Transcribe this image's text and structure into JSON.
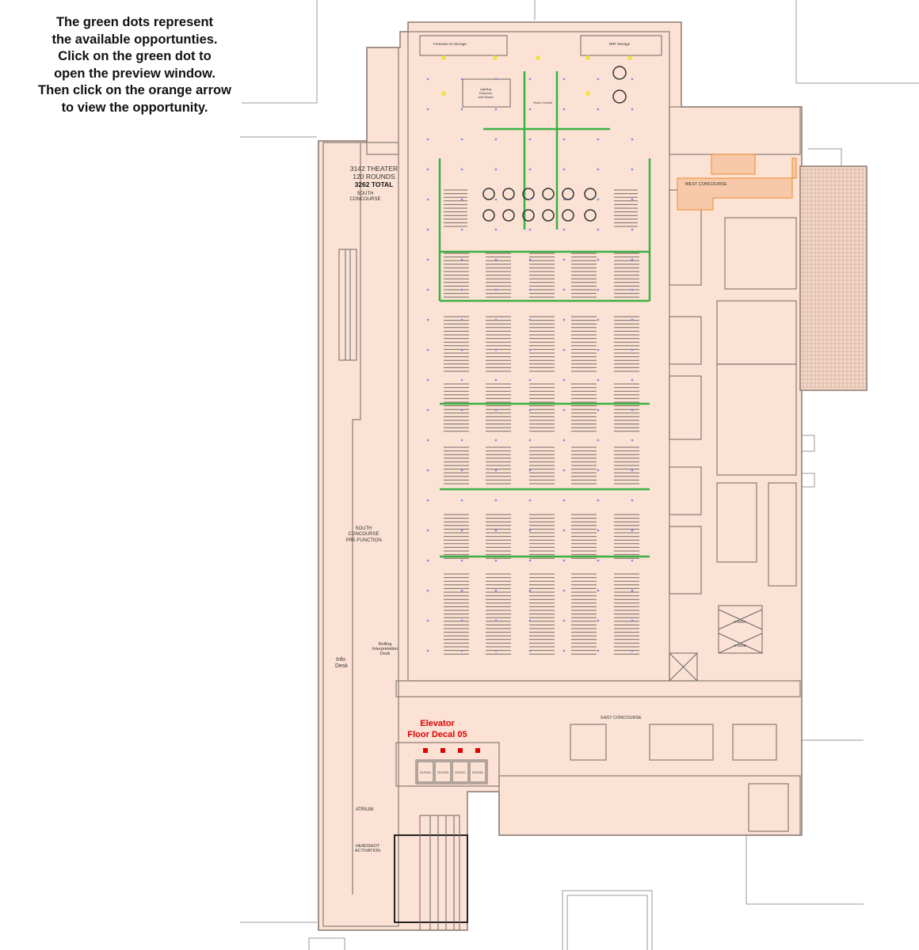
{
  "instructions": {
    "lines": [
      "The green dots represent",
      "the available opportunties.",
      "Click on the green dot to",
      "open the preview window.",
      "Then click on the orange arrow",
      "to view the opportunity."
    ]
  },
  "plan": {
    "theater": {
      "line1": "3142 THEATER",
      "line2": "120 ROUNDS",
      "total": "3262 TOTAL"
    },
    "south_concourse": {
      "line1": "SOUTH",
      "line2": "CONCOURSE"
    },
    "south_prefunction": {
      "line1": "SOUTH",
      "line2": "CONCOURSE",
      "line3": "PRE-FUNCTION"
    },
    "west_concourse": "WEST CONCOURSE",
    "east_concourse": "EAST CONCOURSE",
    "atrium": "ATRIUM",
    "headshot": {
      "line1": "HEADSHOT",
      "line2": "ACTIVATION"
    },
    "info_desk": {
      "line1": "Info",
      "line2": "Desk"
    },
    "rolling_desk": {
      "line1": "Rolling",
      "line2": "Interpretation",
      "line3": "Desk"
    },
    "freeman_storage": "Freeman AV Storage",
    "nrf_storage": "NRF Storage",
    "lighting": {
      "line1": "Lighting",
      "line2": "Dimmers",
      "line3": "and Racks"
    },
    "video_control": "Video Control",
    "elevators_east": [
      "H-E63A",
      "H-E63B"
    ],
    "elevators_south": [
      "20-E01A",
      "20-E01B",
      "20-E01C",
      "20-E01D"
    ]
  },
  "highlight": {
    "line1": "Elevator",
    "line2": "Floor Decal 05",
    "color": "#e00000"
  },
  "colors": {
    "floor": "#fbe2d5",
    "wall": "#8a7a72",
    "truss": "#3cb043",
    "accent": "#ef8a2a"
  }
}
